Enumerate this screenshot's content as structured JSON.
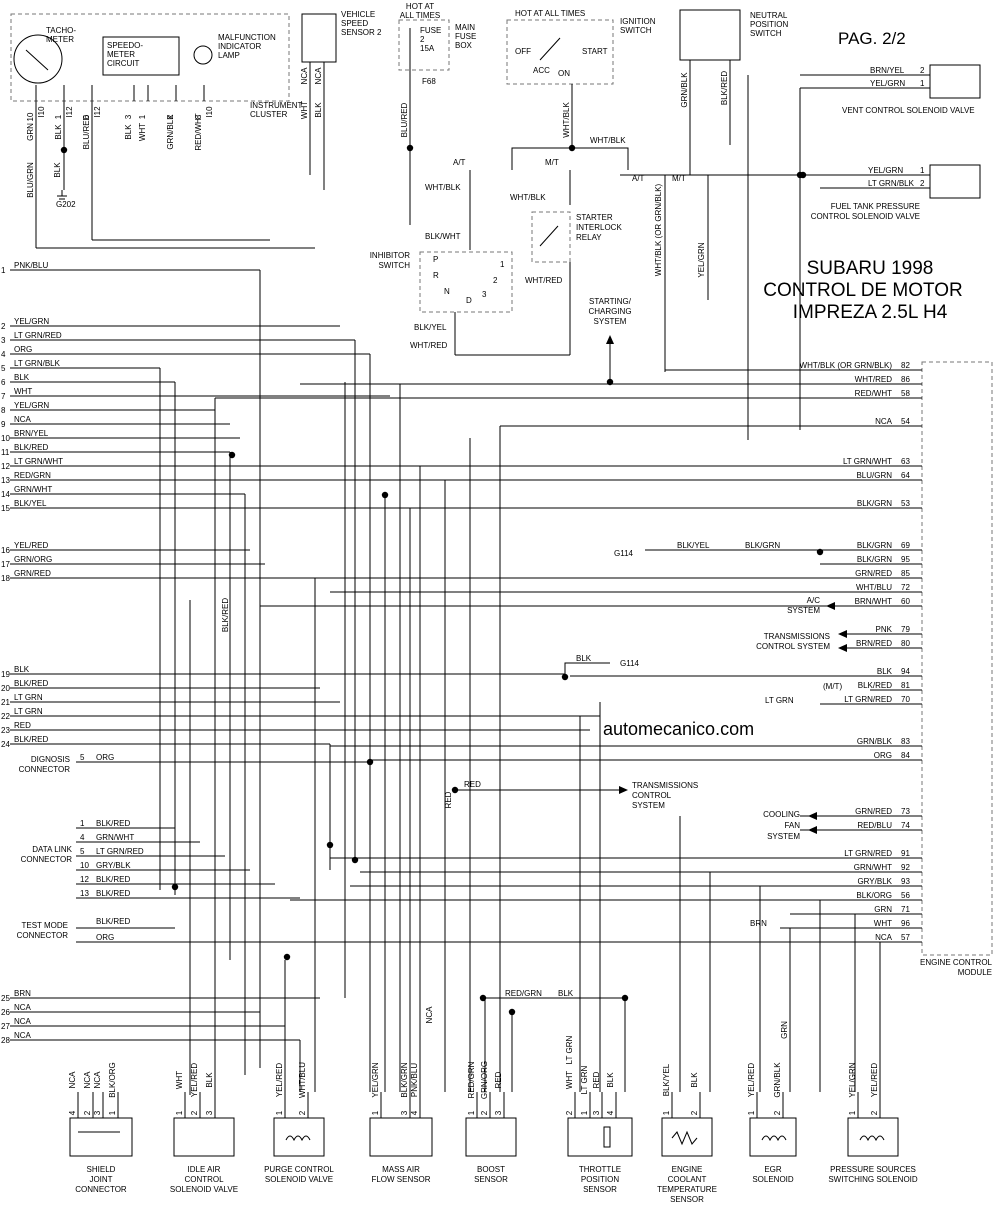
{
  "header": {
    "page": "PAG. 2/2",
    "title_line1": "SUBARU 1998",
    "title_line2": "CONTROL DE MOTOR",
    "title_line3": "IMPREZA 2.5L H4",
    "website": "automecanico.com"
  },
  "top_components": {
    "tachometer": "TACHO-\nMETER",
    "speedometer": "SPEEDO-\nMETER\nCIRCUIT",
    "mil": "MALFUNCTION\nINDICATOR\nLAMP",
    "instrument_cluster": "INSTRUMENT\nCLUSTER",
    "vss": "VEHICLE\nSPEED\nSENSOR 2",
    "hot_at_all_times_1": "HOT AT\nALL TIMES",
    "fuse": "FUSE\n2\n15A",
    "fuse_box": "MAIN\nFUSE\nBOX",
    "fuse_id": "F68",
    "hot_at_all_times_2": "HOT AT ALL TIMES",
    "ignition_switch": "IGNITION\nSWITCH",
    "ign_off": "OFF",
    "ign_acc": "ACC",
    "ign_on": "ON",
    "ign_start": "START",
    "neutral_switch": "NEUTRAL\nPOSITION\nSWITCH",
    "vent_valve": "VENT CONTROL SOLENOID VALVE",
    "fuel_tank_valve": "FUEL TANK PRESSURE\nCONTROL SOLENOID VALVE",
    "starter_relay": "STARTER\nINTERLOCK\nRELAY",
    "inhibitor_switch": "INHIBITOR\nSWITCH",
    "starting_system": "STARTING/\nCHARGING\nSYSTEM",
    "ground_g202": "G202"
  },
  "cluster_pins": [
    {
      "pin": "10",
      "wire": "GRN",
      "conn": "I10"
    },
    {
      "pin": "1",
      "wire": "BLK",
      "conn": "I12"
    },
    {
      "pin": "6",
      "wire": "BLU/RED",
      "conn": "I12"
    },
    {
      "pin": "3",
      "wire": "BLK",
      "conn": ""
    },
    {
      "pin": "1",
      "wire": "WHT",
      "conn": ""
    },
    {
      "pin": "2",
      "wire": "GRN/BLK",
      "conn": ""
    },
    {
      "pin": "8",
      "wire": "RED/WHT",
      "conn": "I10"
    }
  ],
  "upper_wire_labels": {
    "blu_grn": "BLU/GRN",
    "blk": "BLK",
    "vss_wht": "WHT",
    "vss_blk": "BLK",
    "vss_nca1": "NCA",
    "vss_nca2": "NCA",
    "blu_red": "BLU/RED",
    "wht_blk": "WHT/BLK",
    "at": "A/T",
    "mt": "M/T",
    "blk_wht": "BLK/WHT",
    "blk_yel": "BLK/YEL",
    "wht_red": "WHT/RED",
    "grn_blk": "GRN/BLK",
    "blk_red": "BLK/RED",
    "yel_grn": "YEL/GRN",
    "wht_blk_or": "WHT/BLK (OR GRN/BLK)",
    "brn_yel": "BRN/YEL",
    "lt_grn_blk": "LT GRN/BLK",
    "inh_p": "P",
    "inh_r": "R",
    "inh_n": "N",
    "inh_d": "D",
    "inh_1": "1",
    "inh_2": "2",
    "inh_3": "3"
  },
  "left_pins": [
    {
      "pin": "1",
      "wire": "PNK/BLU"
    },
    {
      "pin": "2",
      "wire": "YEL/GRN"
    },
    {
      "pin": "3",
      "wire": "LT GRN/RED"
    },
    {
      "pin": "4",
      "wire": "ORG"
    },
    {
      "pin": "5",
      "wire": "LT GRN/BLK"
    },
    {
      "pin": "6",
      "wire": "BLK"
    },
    {
      "pin": "7",
      "wire": "WHT"
    },
    {
      "pin": "8",
      "wire": "YEL/GRN"
    },
    {
      "pin": "9",
      "wire": "NCA"
    },
    {
      "pin": "10",
      "wire": "BRN/YEL"
    },
    {
      "pin": "11",
      "wire": "BLK/RED"
    },
    {
      "pin": "12",
      "wire": "LT GRN/WHT"
    },
    {
      "pin": "13",
      "wire": "RED/GRN"
    },
    {
      "pin": "14",
      "wire": "GRN/WHT"
    },
    {
      "pin": "15",
      "wire": "BLK/YEL"
    },
    {
      "pin": "16",
      "wire": "YEL/RED"
    },
    {
      "pin": "17",
      "wire": "GRN/ORG"
    },
    {
      "pin": "18",
      "wire": "GRN/RED"
    },
    {
      "pin": "19",
      "wire": "BLK"
    },
    {
      "pin": "20",
      "wire": "BLK/RED"
    },
    {
      "pin": "21",
      "wire": "LT GRN"
    },
    {
      "pin": "22",
      "wire": "LT GRN"
    },
    {
      "pin": "23",
      "wire": "RED"
    },
    {
      "pin": "24",
      "wire": "BLK/RED"
    },
    {
      "pin": "25",
      "wire": "BRN"
    },
    {
      "pin": "26",
      "wire": "NCA"
    },
    {
      "pin": "27",
      "wire": "NCA"
    },
    {
      "pin": "28",
      "wire": "NCA"
    }
  ],
  "right_pins": [
    {
      "pin": "82",
      "wire": "WHT/BLK (OR GRN/BLK)"
    },
    {
      "pin": "86",
      "wire": "WHT/RED"
    },
    {
      "pin": "58",
      "wire": "RED/WHT"
    },
    {
      "pin": "54",
      "wire": "NCA"
    },
    {
      "pin": "63",
      "wire": "LT GRN/WHT"
    },
    {
      "pin": "64",
      "wire": "BLU/GRN"
    },
    {
      "pin": "53",
      "wire": "BLK/GRN"
    },
    {
      "pin": "69",
      "wire": "BLK/GRN"
    },
    {
      "pin": "95",
      "wire": "BLK/GRN"
    },
    {
      "pin": "85",
      "wire": "GRN/RED"
    },
    {
      "pin": "72",
      "wire": "WHT/BLU"
    },
    {
      "pin": "60",
      "wire": "BRN/WHT"
    },
    {
      "pin": "79",
      "wire": "PNK"
    },
    {
      "pin": "80",
      "wire": "BRN/RED"
    },
    {
      "pin": "94",
      "wire": "BLK"
    },
    {
      "pin": "81",
      "wire": "BLK/RED"
    },
    {
      "pin": "70",
      "wire": "LT GRN/RED"
    },
    {
      "pin": "83",
      "wire": "GRN/BLK"
    },
    {
      "pin": "84",
      "wire": "ORG"
    },
    {
      "pin": "73",
      "wire": "GRN/RED"
    },
    {
      "pin": "74",
      "wire": "RED/BLU"
    },
    {
      "pin": "91",
      "wire": "LT GRN/RED"
    },
    {
      "pin": "92",
      "wire": "GRN/WHT"
    },
    {
      "pin": "93",
      "wire": "GRY/BLK"
    },
    {
      "pin": "56",
      "wire": "BLK/ORG"
    },
    {
      "pin": "71",
      "wire": "GRN"
    },
    {
      "pin": "96",
      "wire": "WHT"
    },
    {
      "pin": "57",
      "wire": "NCA"
    }
  ],
  "vent_pins": [
    {
      "pin": "2",
      "wire": "BRN/YEL"
    },
    {
      "pin": "1",
      "wire": "YEL/GRN"
    }
  ],
  "fuel_pins": [
    {
      "pin": "1",
      "wire": "YEL/GRN"
    },
    {
      "pin": "2",
      "wire": "LT GRN/BLK"
    }
  ],
  "side_labels": {
    "g114_a": "G114",
    "blk_yel": "BLK/YEL",
    "blk_grn": "BLK/GRN",
    "ac_system": "A/C\nSYSTEM",
    "trans_system": "TRANSMISSIONS\nCONTROL SYSTEM",
    "blk": "BLK",
    "g114_b": "G114",
    "mt": "(M/T)",
    "lt_grn": "LT GRN",
    "cooling_fan": "COOLING\nFAN\nSYSTEM",
    "brn": "BRN",
    "ecm": "ENGINE CONTROL\nMODULE",
    "red": "RED",
    "trans_system_2": "TRANSMISSIONS\nCONTROL\nSYSTEM",
    "red_grn": "RED/GRN",
    "blk2": "BLK",
    "blk_red_vert": "BLK/RED"
  },
  "left_connectors": {
    "diagnosis": "DIGNOSIS\nCONNECTOR",
    "diagnosis_pin": "5",
    "diagnosis_wire": "ORG",
    "data_link": "DATA LINK\nCONNECTOR",
    "data_link_pins": [
      {
        "pin": "1",
        "wire": "BLK/RED"
      },
      {
        "pin": "4",
        "wire": "GRN/WHT"
      },
      {
        "pin": "5",
        "wire": "LT GRN/RED"
      },
      {
        "pin": "10",
        "wire": "GRY/BLK"
      },
      {
        "pin": "12",
        "wire": "BLK/RED"
      },
      {
        "pin": "13",
        "wire": "BLK/RED"
      }
    ],
    "test_mode": "TEST MODE\nCONNECTOR",
    "test_mode_wires": [
      "BLK/RED",
      "ORG"
    ]
  },
  "bottom_components": [
    {
      "name": "SHIELD\nJOINT\nCONNECTOR",
      "pins": [
        {
          "pin": "4",
          "wire": "NCA"
        },
        {
          "pin": "2",
          "wire": "NCA"
        },
        {
          "pin": "3",
          "wire": "NCA"
        },
        {
          "pin": "1",
          "wire": "BLK/ORG"
        }
      ]
    },
    {
      "name": "IDLE AIR\nCONTROL\nSOLENOID VALVE",
      "pins": [
        {
          "pin": "1",
          "wire": "WHT"
        },
        {
          "pin": "2",
          "wire": "YEL/RED"
        },
        {
          "pin": "3",
          "wire": "BLK"
        }
      ]
    },
    {
      "name": "PURGE CONTROL\nSOLENOID VALVE",
      "pins": [
        {
          "pin": "1",
          "wire": "YEL/RED"
        },
        {
          "pin": "2",
          "wire": "WHT/BLU"
        }
      ]
    },
    {
      "name": "MASS AIR\nFLOW SENSOR",
      "pins": [
        {
          "pin": "1",
          "wire": "YEL/GRN"
        },
        {
          "pin": "3",
          "wire": "BLK/GRN"
        },
        {
          "pin": "4",
          "wire": "PNK/BLU"
        }
      ]
    },
    {
      "name": "BOOST\nSENSOR",
      "pins": [
        {
          "pin": "1",
          "wire": "RED/GRN"
        },
        {
          "pin": "2",
          "wire": "GRN/ORG"
        },
        {
          "pin": "3",
          "wire": "RED"
        }
      ]
    },
    {
      "name": "THROTTLE\nPOSITION\nSENSOR",
      "pins": [
        {
          "pin": "2",
          "wire": "WHT"
        },
        {
          "pin": "1",
          "wire": "LT GRN"
        },
        {
          "pin": "3",
          "wire": "RED"
        },
        {
          "pin": "4",
          "wire": "BLK"
        }
      ]
    },
    {
      "name": "ENGINE\nCOOLANT\nTEMPERATURE\nSENSOR",
      "pins": [
        {
          "pin": "1",
          "wire": "BLK/YEL"
        },
        {
          "pin": "2",
          "wire": "BLK"
        }
      ]
    },
    {
      "name": "EGR\nSOLENOID",
      "pins": [
        {
          "pin": "1",
          "wire": "YEL/RED"
        },
        {
          "pin": "2",
          "wire": "GRN/BLK"
        }
      ]
    },
    {
      "name": "PRESSURE SOURCES\nSWITCHING SOLENOID",
      "pins": [
        {
          "pin": "1",
          "wire": "YEL/GRN"
        },
        {
          "pin": "2",
          "wire": "YEL/RED"
        }
      ]
    }
  ],
  "bottom_misc": {
    "grn": "GRN",
    "nca": "NCA",
    "throttle_ltgrn": "LT GRN"
  }
}
